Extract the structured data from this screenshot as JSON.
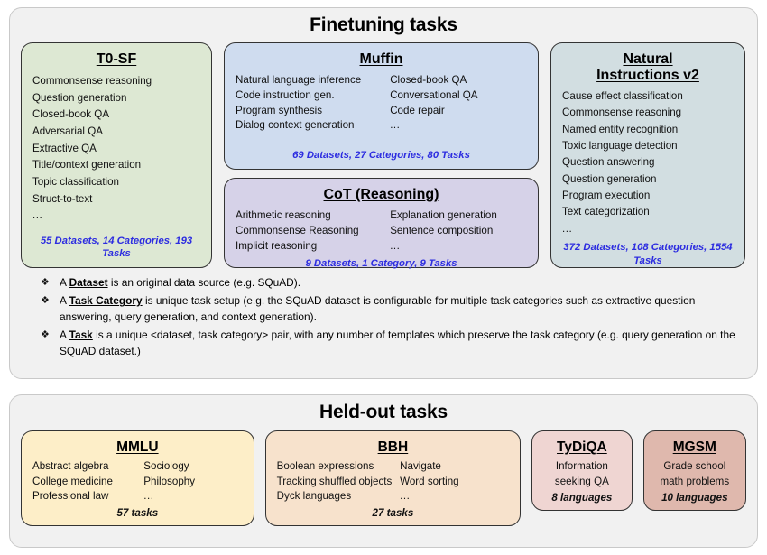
{
  "finetuning": {
    "title": "Finetuning tasks",
    "cards": [
      {
        "id": "t0sf",
        "title": "T0-SF",
        "items_col_a": [
          "Commonsense reasoning",
          "Question generation",
          "Closed-book QA",
          "Adversarial QA",
          "Extractive QA",
          "Title/context generation",
          "Topic classification",
          "Struct-to-text",
          "..."
        ],
        "items_col_b": [],
        "stats": "55 Datasets, 14 Categories, 193 Tasks",
        "color": "#dde8d3"
      },
      {
        "id": "muffin",
        "title": "Muffin",
        "items_col_a": [
          "Natural language inference",
          "Code instruction gen.",
          "Program synthesis",
          "Dialog context generation"
        ],
        "items_col_b": [
          "Closed-book QA",
          "Conversational QA",
          "Code repair",
          "..."
        ],
        "stats": "69 Datasets, 27 Categories, 80 Tasks",
        "color": "#cfdcef"
      },
      {
        "id": "cot",
        "title": "CoT (Reasoning)",
        "items_col_a": [
          "Arithmetic reasoning",
          "Commonsense Reasoning",
          "Implicit reasoning"
        ],
        "items_col_b": [
          "Explanation generation",
          "Sentence composition",
          "..."
        ],
        "stats": "9 Datasets, 1 Category, 9 Tasks",
        "color": "#d6d2e8"
      },
      {
        "id": "natural-instructions-v2",
        "title_line1": "Natural",
        "title_line2": "Instructions v2",
        "items_col_a": [
          "Cause effect classification",
          "Commonsense reasoning",
          "Named entity recognition",
          "Toxic language detection",
          "Question answering",
          "Question generation",
          "Program execution",
          "Text categorization",
          "..."
        ],
        "items_col_b": [],
        "stats": "372 Datasets, 108 Categories, 1554 Tasks",
        "color": "#d2dee1"
      }
    ],
    "definitions": [
      {
        "bullet": "diamond-bullet",
        "prefix": "A ",
        "term": "Dataset",
        "suffix": " is an original data source (e.g. SQuAD)."
      },
      {
        "bullet": "diamond-bullet",
        "prefix": "A ",
        "term": "Task Category",
        "suffix": " is unique task setup (e.g. the SQuAD dataset is configurable for multiple task categories such as extractive question answering, query generation, and context generation)."
      },
      {
        "bullet": "diamond-bullet",
        "prefix": "A ",
        "term": "Task",
        "suffix": " is a unique <dataset, task category> pair, with any number of templates which preserve the task category (e.g. query generation on the SQuAD dataset.)"
      }
    ]
  },
  "heldout": {
    "title": "Held-out tasks",
    "cards": [
      {
        "id": "mmlu",
        "title": "MMLU",
        "items_col_a": [
          "Abstract algebra",
          "College medicine",
          "Professional law"
        ],
        "items_col_b": [
          "Sociology",
          "Philosophy",
          "..."
        ],
        "stats": "57 tasks",
        "color": "#fdeec8"
      },
      {
        "id": "bbh",
        "title": "BBH",
        "items_col_a": [
          "Boolean expressions",
          "Tracking shuffled objects",
          "Dyck languages"
        ],
        "items_col_b": [
          "Navigate",
          "Word sorting",
          "..."
        ],
        "stats": "27 tasks",
        "color": "#f7e2cc"
      },
      {
        "id": "tydiqa",
        "title": "TyDiQA",
        "description_line1": "Information",
        "description_line2": "seeking QA",
        "stats": "8 languages",
        "color": "#efd5d2"
      },
      {
        "id": "mgsm",
        "title": "MGSM",
        "description_line1": "Grade school",
        "description_line2": "math problems",
        "stats": "10 languages",
        "color": "#dfb8ad"
      }
    ]
  },
  "colors": {
    "panel_background": "#f1f1f1",
    "panel_border": "#c9c9c9",
    "card_border": "#333333",
    "stats_accent": "#2d2de0",
    "text": "#000000"
  }
}
